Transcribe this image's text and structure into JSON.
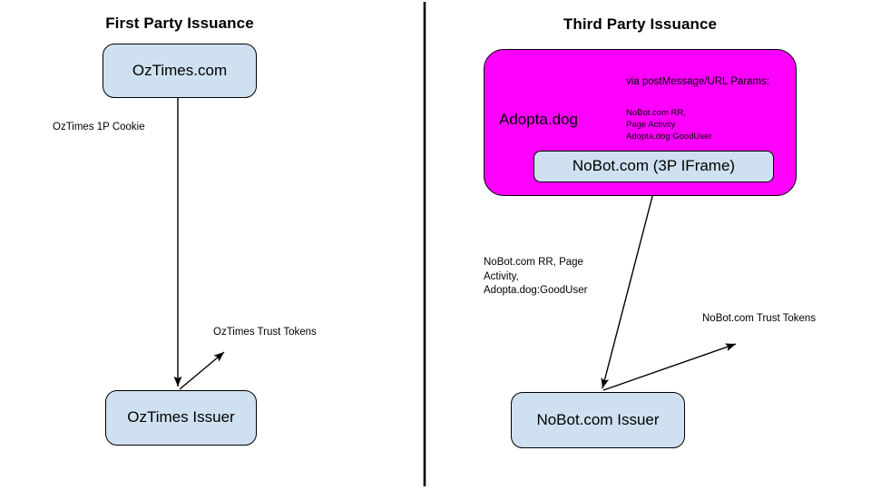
{
  "panels": {
    "left": {
      "title": "First Party Issuance",
      "nodes": {
        "site": "OzTimes.com",
        "issuer": "OzTimes Issuer"
      },
      "edges": {
        "cookie": "OzTimes 1P Cookie",
        "tokens": "OzTimes Trust Tokens"
      }
    },
    "right": {
      "title": "Third Party Issuance",
      "nodes": {
        "publisher": "Adopta.dog",
        "iframe": "NoBot.com (3P IFrame)",
        "issuer": "NoBot.com Issuer"
      },
      "annotations": {
        "via": "via postMessage/URL Params:",
        "params": "NoBot.com RR,\nPage Activity\nAdopta.dog:GoodUser"
      },
      "edges": {
        "to_issuer": "NoBot.com RR, Page\nActivity,\nAdopta.dog:GoodUser",
        "tokens": "NoBot.com Trust Tokens"
      }
    }
  },
  "colors": {
    "node_fill": "#cfe0f0",
    "node_stroke": "#000000",
    "publisher_fill": "#ff00ff",
    "background": "#ffffff",
    "text": "#000000"
  }
}
